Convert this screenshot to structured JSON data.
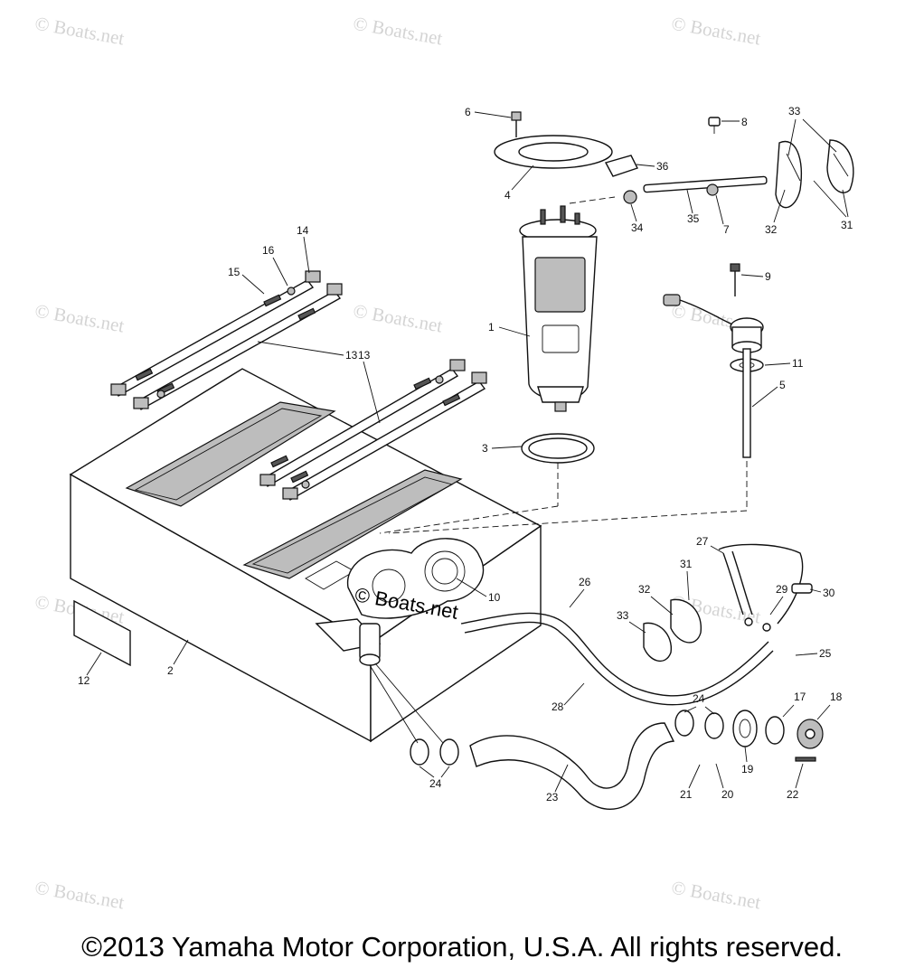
{
  "watermarks": [
    "© Boats.net",
    "© Boats.net",
    "© Boats.net",
    "© Boats.net",
    "© Boats.net",
    "© Boats.net",
    "© Boats.net",
    "© Boats.net",
    "© Boats.net",
    "© Boats.net"
  ],
  "center_stamp": "© Boats.net",
  "copyright": "©2013 Yamaha Motor Corporation, U.S.A. All rights reserved.",
  "callouts": [
    "1",
    "2",
    "3",
    "4",
    "5",
    "6",
    "7",
    "8",
    "9",
    "10",
    "11",
    "12",
    "13",
    "13",
    "14",
    "15",
    "16",
    "17",
    "18",
    "19",
    "20",
    "21",
    "22",
    "23",
    "24",
    "24",
    "25",
    "26",
    "27",
    "28",
    "29",
    "30",
    "31",
    "31",
    "32",
    "32",
    "33",
    "33",
    "34",
    "35",
    "36"
  ]
}
